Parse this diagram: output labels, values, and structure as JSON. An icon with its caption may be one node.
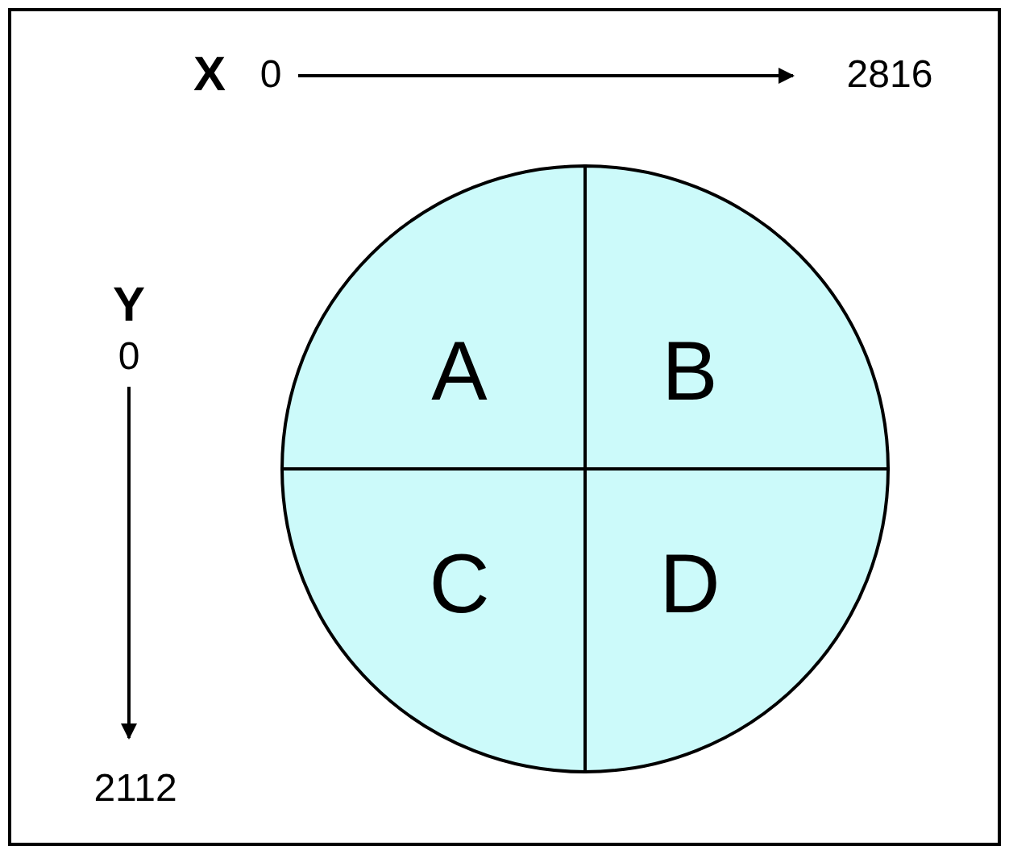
{
  "diagram": {
    "nodes": [
      {
        "text": [
          "A"
        ]
      },
      {
        "text": [
          "B"
        ]
      },
      {
        "text": [
          "C"
        ]
      },
      {
        "text": [
          "D"
        ]
      }
    ],
    "edges": [],
    "labels": [
      "X",
      "0",
      "2816",
      "Y",
      "0",
      "2112"
    ]
  }
}
